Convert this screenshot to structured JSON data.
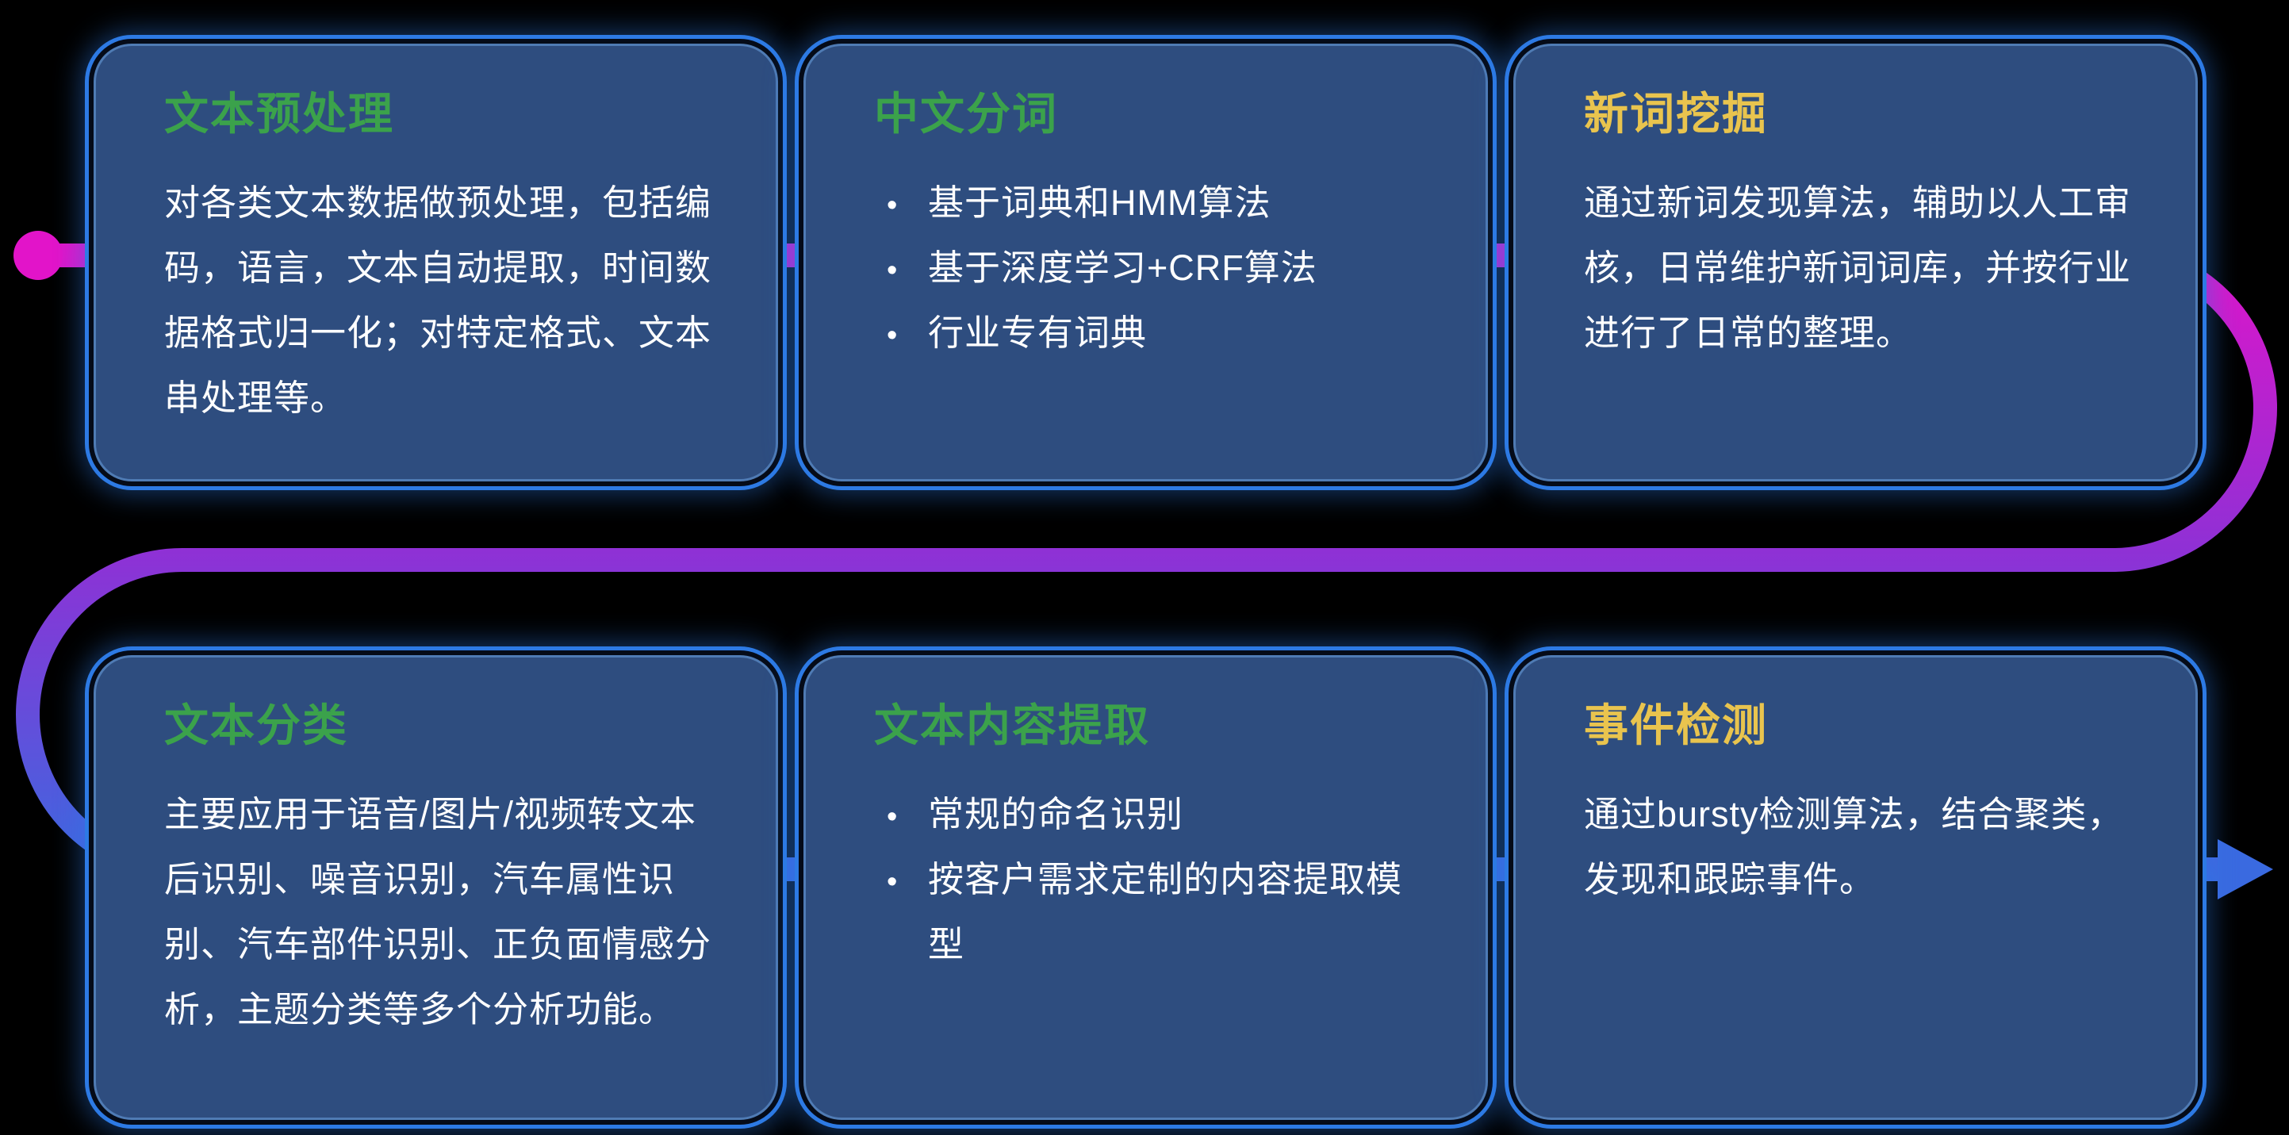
{
  "colors": {
    "background": "#000000",
    "card_fill": "#2e4d7f",
    "card_border": "#4f7bb4",
    "glow_blue": "#2d7ae4",
    "body_text": "#ffffff",
    "title_green": "#3ba24b",
    "title_yellow": "#e9c44e",
    "path_magenta": "#e214c9",
    "path_purple": "#9030d5",
    "path_blue": "#3a6ae0"
  },
  "cards": [
    {
      "id": "text-preprocessing",
      "title": "文本预处理",
      "title_color": "#3ba24b",
      "type": "paragraph",
      "body": "对各类文本数据做预处理，包括编码，语言，文本自动提取，时间数据格式归一化；对特定格式、文本串处理等。"
    },
    {
      "id": "chinese-word-segmentation",
      "title": "中文分词",
      "title_color": "#3ba24b",
      "type": "bullets",
      "bullets": [
        "基于词典和HMM算法",
        "基于深度学习+CRF算法",
        "行业专有词典"
      ]
    },
    {
      "id": "new-word-mining",
      "title": "新词挖掘",
      "title_color": "#e9c44e",
      "type": "paragraph",
      "body": "通过新词发现算法，辅助以人工审核，日常维护新词词库，并按行业进行了日常的整理。"
    },
    {
      "id": "text-classification",
      "title": "文本分类",
      "title_color": "#3ba24b",
      "type": "paragraph",
      "body": "主要应用于语音/图片/视频转文本后识别、噪音识别，汽车属性识别、汽车部件识别、正负面情感分析，主题分类等多个分析功能。"
    },
    {
      "id": "text-content-extraction",
      "title": "文本内容提取",
      "title_color": "#3ba24b",
      "type": "bullets",
      "bullets": [
        "常规的命名识别",
        "按客户需求定制的内容提取模型"
      ]
    },
    {
      "id": "event-detection",
      "title": "事件检测",
      "title_color": "#e9c44e",
      "type": "paragraph",
      "body": "通过bursty检测算法，结合聚类，发现和跟踪事件。"
    }
  ],
  "bullet_glyph": "•"
}
